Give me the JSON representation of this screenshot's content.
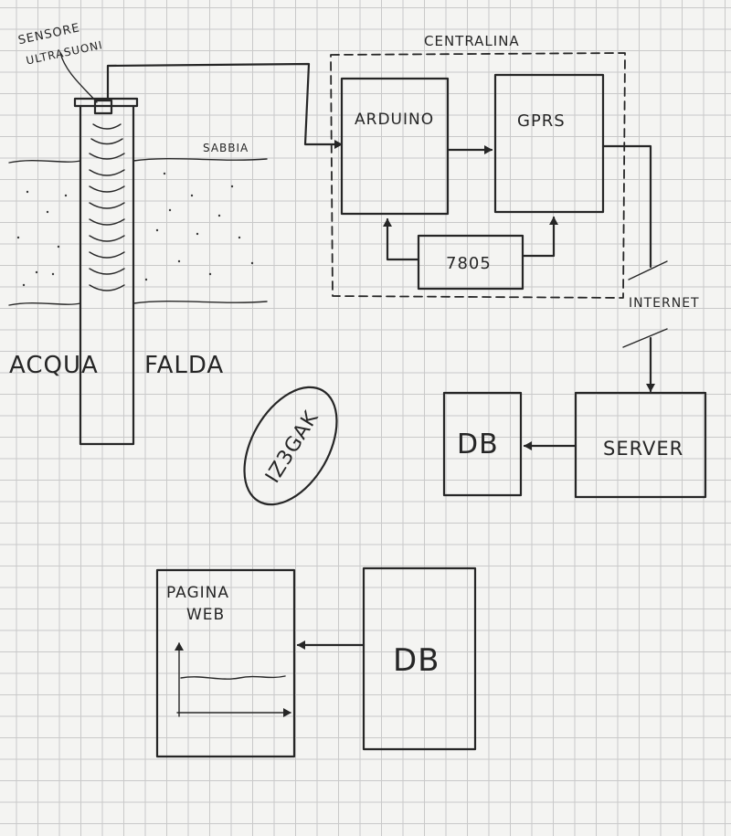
{
  "labels": {
    "sensor_line1": "SENSORE",
    "sensor_line2": "ULTRASUONI",
    "centralina": "CENTRALINA",
    "arduino": "ARDUINO",
    "gprs": "GPRS",
    "regulator": "7805",
    "sabbia": "SABBIA",
    "acqua": "ACQUA",
    "falda": "FALDA",
    "internet": "INTERNET",
    "db_top": "DB",
    "server": "SERVER",
    "callsign": "IZ3GAK",
    "pagina": "PAGINA",
    "web": "WEB",
    "db_bottom": "DB"
  },
  "colors": {
    "ink": "#262626",
    "paper": "#f4f4f2",
    "grid": "#c9c9c9"
  }
}
